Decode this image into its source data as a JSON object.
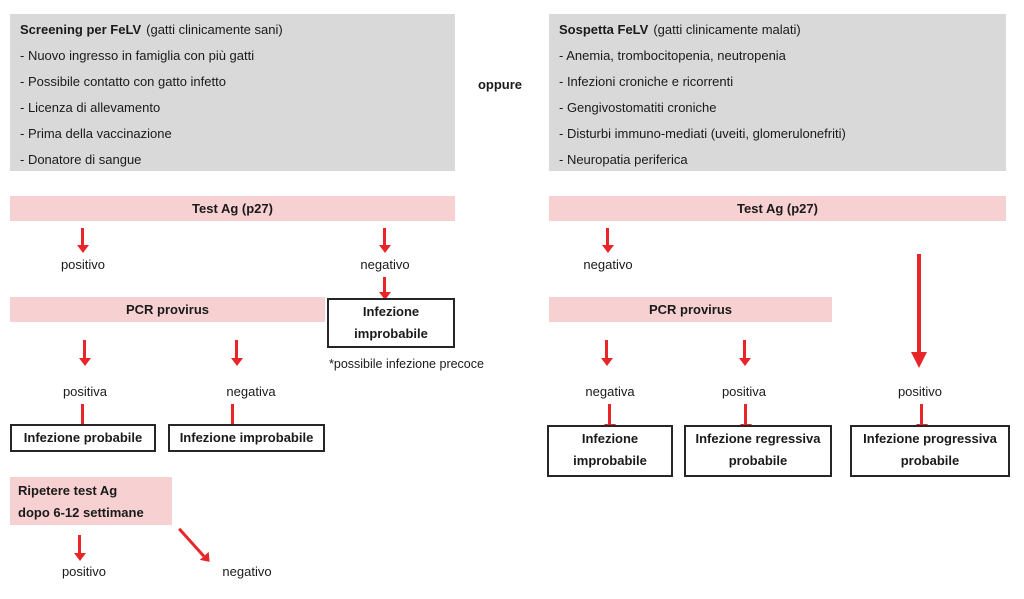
{
  "colors": {
    "gray_box": "#d9d9d9",
    "pink_fill": "#f7d1d1",
    "arrow_red": "#e8262a",
    "box_border": "#262626",
    "text": "#1a1a1a"
  },
  "connector": {
    "oppure_label": "oppure"
  },
  "left_flow": {
    "header": {
      "title": "Screening per FeLV",
      "subtitle": "(gatti clinicamente sani)",
      "items": [
        "- Nuovo ingresso in famiglia con più gatti",
        "- Possibile contatto con gatto infetto",
        "- Licenza di allevamento",
        "- Prima della vaccinazione",
        "- Donatore di sangue"
      ]
    },
    "test_ag_bar": "Test Ag (p27)",
    "test_positive_label": "positivo",
    "test_negative_label": "negativo",
    "pcr_bar": "PCR provirus",
    "unlikely_early_box": {
      "line1": "Infezione",
      "line2": "improbabile"
    },
    "footnote": "*possibile infezione precoce",
    "pcr_positive_label": "positiva",
    "pcr_negative_label": "negativa",
    "probable_box": "Infezione probabile",
    "improbable_box": "Infezione improbabile",
    "repeat_box": {
      "line1": "Ripetere test Ag",
      "line2": "dopo 6-12 settimane"
    },
    "repeat_positive_label": "positivo",
    "repeat_negative_label": "negativo"
  },
  "right_flow": {
    "header": {
      "title": "Sospetta FeLV",
      "subtitle": "(gatti clinicamente malati)",
      "items": [
        "- Anemia, trombocitopenia, neutropenia",
        "- Infezioni croniche e ricorrenti",
        "- Gengivostomatiti croniche",
        "- Disturbi immuno-mediati (uveiti, glomerulonefriti)",
        "- Neuropatia periferica"
      ]
    },
    "test_ag_bar": "Test Ag (p27)",
    "test_negative_label": "negativo",
    "test_positive_label": "positivo",
    "pcr_bar": "PCR provirus",
    "pcr_negative_label": "negativa",
    "pcr_positive_label": "positiva",
    "improbable_box": {
      "line1": "Infezione",
      "line2": "improbabile"
    },
    "regressive_box": {
      "line1": "Infezione regressiva",
      "line2": "probabile"
    },
    "progressive_box": {
      "line1": "Infezione progressiva",
      "line2": "probabile"
    }
  }
}
